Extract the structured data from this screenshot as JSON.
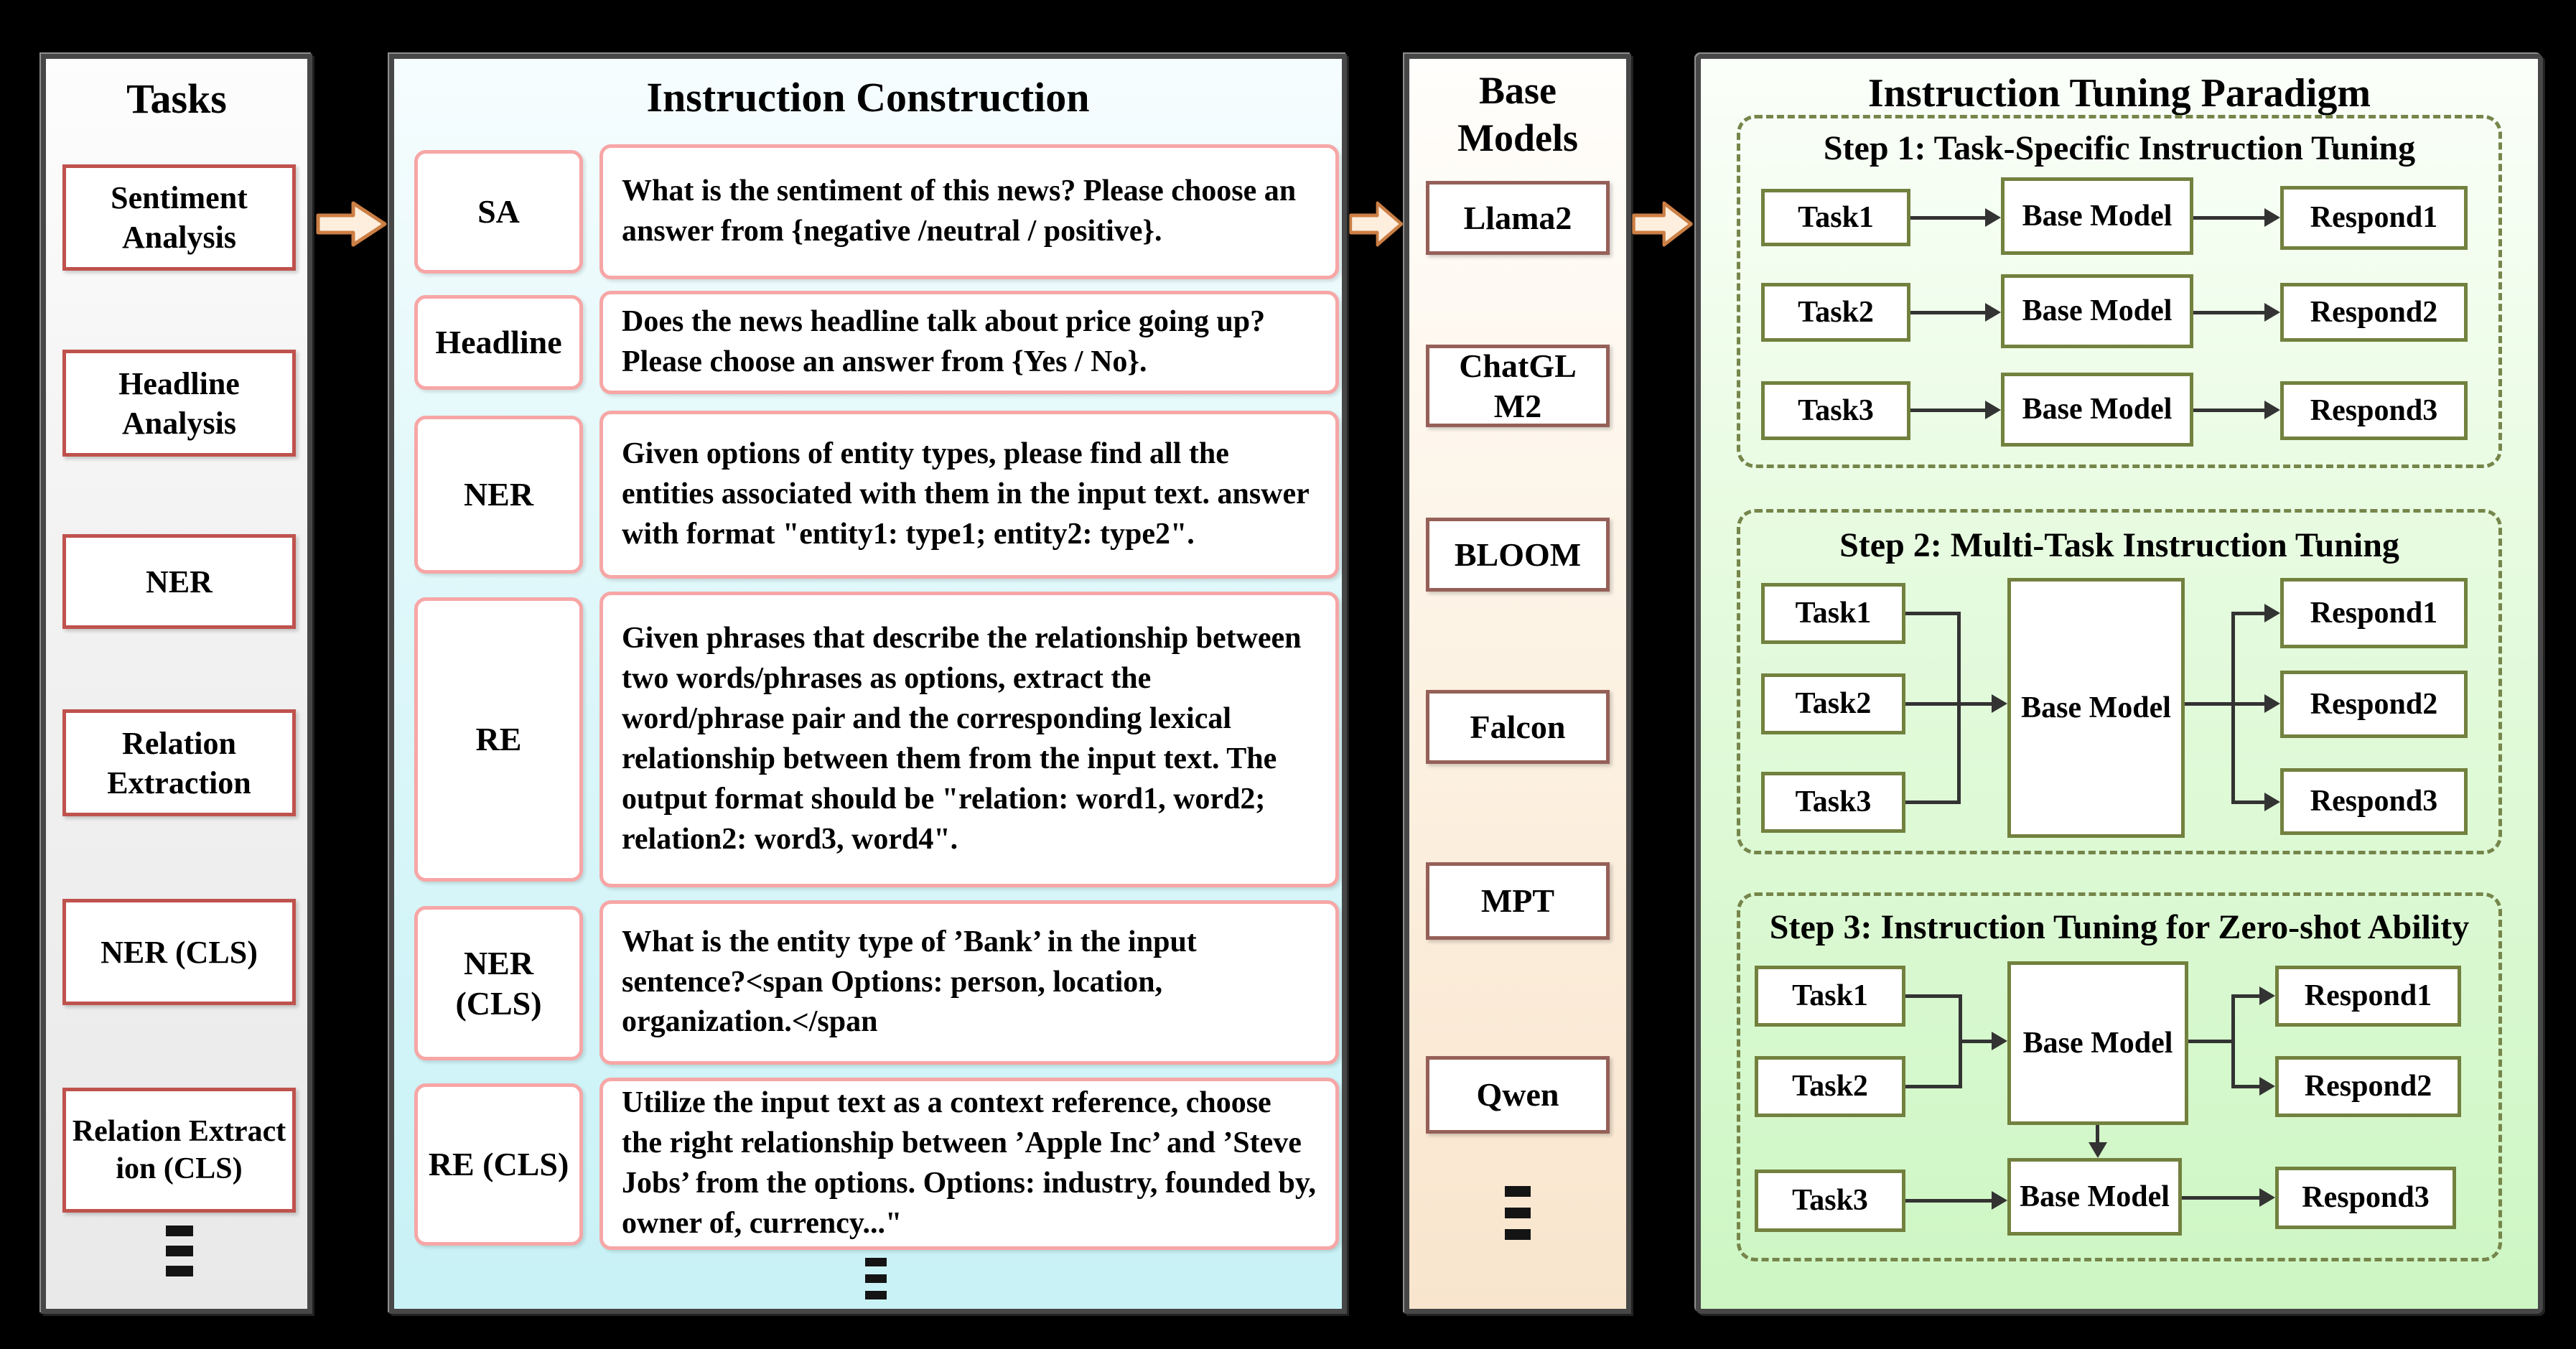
{
  "colors": {
    "background": "#000000",
    "tasks_box_border": "#bf524d",
    "instruction_box_border": "#f7a6a6",
    "base_model_box_border": "#956058",
    "paradigm_box_border": "#72813e",
    "paradigm_dashed_border": "#76854a",
    "flow_arrow_fill": "#fdeede",
    "flow_arrow_border": "#cc7f45",
    "connector": "#333333",
    "tasks_panel_bg": "#ededed",
    "instruction_panel_bg": "#c8f2f6",
    "base_models_panel_bg": "#f9e5cd",
    "paradigm_panel_bg": "#cdf6c3"
  },
  "tasks": {
    "title": "Tasks",
    "items": [
      "Sentiment Analysis",
      "Headline Analysis",
      "NER",
      "Relation Extraction",
      "NER (CLS)",
      "Relation Extraction (CLS)"
    ]
  },
  "instruction_construction": {
    "title": "Instruction Construction",
    "rows": [
      {
        "label": "SA",
        "text": "What is the sentiment of this news? Please choose an answer from {negative /neutral / positive}."
      },
      {
        "label": "Headline",
        "text": "Does the news headline talk about price going up? Please choose an answer from {Yes / No}."
      },
      {
        "label": "NER",
        "text": "Given options of entity types, please find all the entities associated with them in the input text. answer with format \"entity1: type1; entity2: type2\"."
      },
      {
        "label": "RE",
        "text": "Given phrases that describe the relationship between two words/phrases as options, extract the word/phrase pair and the corresponding lexical relationship between them from the input text. The output format should be \"relation: word1, word2; relation2: word3, word4\"."
      },
      {
        "label": "NER (CLS)",
        "text": "What is the entity type of ’Bank’ in the input sentence?<span Options: person, location, organization.</span"
      },
      {
        "label": "RE (CLS)",
        "text": "Utilize the input text as a context reference, choose the right relationship between ’Apple Inc’ and ’Steve Jobs’ from the options. Options: industry, founded by, owner of, currency...\""
      }
    ]
  },
  "base_models": {
    "title": "Base Models",
    "items": [
      "Llama2",
      "ChatGLM2",
      "BLOOM",
      "Falcon",
      "MPT",
      "Qwen"
    ]
  },
  "paradigm": {
    "title": "Instruction Tuning Paradigm",
    "base_model_label": "Base Model",
    "steps": [
      {
        "title": "Step 1: Task-Specific Instruction Tuning",
        "tasks": [
          "Task1",
          "Task2",
          "Task3"
        ],
        "responds": [
          "Respond1",
          "Respond2",
          "Respond3"
        ]
      },
      {
        "title": "Step 2: Multi-Task Instruction Tuning",
        "tasks": [
          "Task1",
          "Task2",
          "Task3"
        ],
        "responds": [
          "Respond1",
          "Respond2",
          "Respond3"
        ]
      },
      {
        "title": "Step 3: Instruction Tuning for Zero-shot Ability",
        "tasks": [
          "Task1",
          "Task2",
          "Task3"
        ],
        "responds": [
          "Respond1",
          "Respond2",
          "Respond3"
        ]
      }
    ]
  }
}
